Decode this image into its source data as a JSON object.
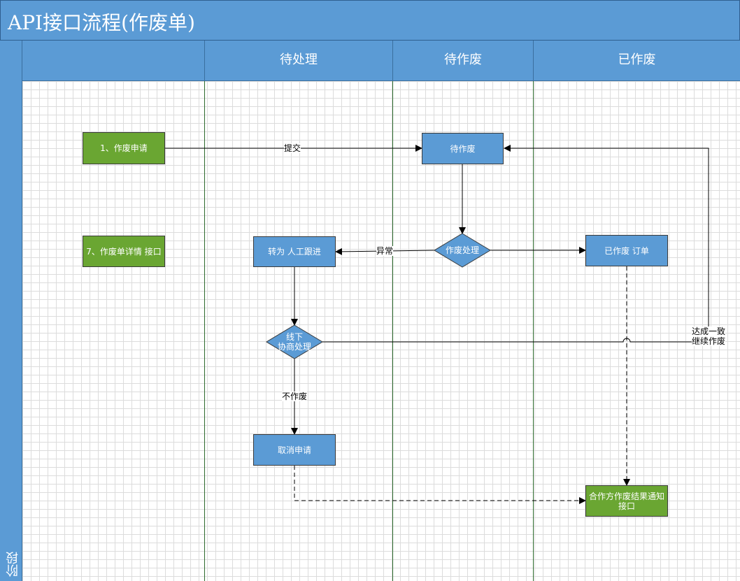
{
  "title": "API接口流程(作废单)",
  "stage_label": "阶段",
  "lanes": [
    {
      "label": ""
    },
    {
      "label": "待处理"
    },
    {
      "label": "待作废"
    },
    {
      "label": "已作废"
    }
  ],
  "nodes": {
    "apply": "1、作废申请",
    "detail": "7、作废单详情  接口",
    "pending": "待作废",
    "handle": "作废处理",
    "manual": "转为  人工跟进",
    "voided": "已作废  订单",
    "offline_line1": "线下",
    "offline_line2": "协商处理",
    "cancel": "取消申请",
    "notify": "合作方作废结果通知接口"
  },
  "edge_labels": {
    "submit": "提交",
    "abnormal": "异常",
    "not_void": "不作废",
    "agree_line1": "达成一致",
    "agree_line2": "继续作废"
  },
  "colors": {
    "header": "#5b9bd5",
    "green_node": "#6aa632",
    "blue_node": "#5b9bd5",
    "lane_divider": "#2e6b2e"
  }
}
